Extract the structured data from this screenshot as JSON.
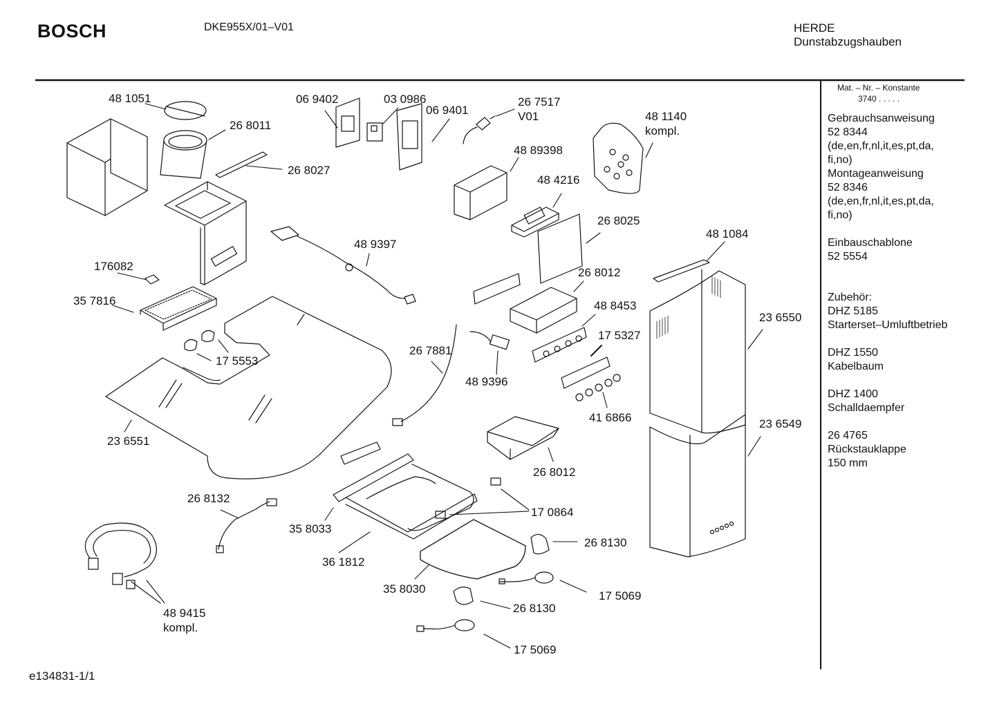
{
  "header": {
    "brand": "BOSCH",
    "model": "DKE955X/01–V01",
    "category_line1": "HERDE",
    "category_line2": "Dunstabzugshauben"
  },
  "footer": {
    "doc_id": "e134831-1/1"
  },
  "sidebar": {
    "mat_header": "Mat. – Nr. – Konstante",
    "mat_value": "3740 . . . . .",
    "lines": [
      "Gebrauchsanweisung",
      "52 8344",
      "(de,en,fr,nl,it,es,pt,da,",
      "fi,no)",
      "Montageanweisung",
      "52 8346",
      "(de,en,fr,nl,it,es,pt,da,",
      "fi,no)",
      "",
      "Einbauschablone",
      "52 5554",
      "",
      "",
      "Zubehör:",
      "DHZ 5185",
      "Starterset–Umluftbetrieb",
      "",
      "DHZ 1550",
      "Kabelbaum",
      "",
      "DHZ 1400",
      "Schalldaempfer",
      "",
      "26 4765",
      "Rückstauklappe",
      "150 mm"
    ]
  },
  "parts": [
    "48 1051",
    "26 8011",
    "26 8027",
    "06 9402",
    "03 0986",
    "06 9401",
    "26 7517",
    "V01",
    "48 1140",
    "kompl.",
    "48 89398",
    "48 4216",
    "26 8025",
    "48 1084",
    "176082",
    "48 9397",
    "35 7816",
    "26 8012",
    "48 8453",
    "17 5327",
    "23 6550",
    "17 5553",
    "26 7881",
    "48 9396",
    "41 6866",
    "23 6549",
    "23 6551",
    "26 8012",
    "17 0864",
    "26 8132",
    "35 8033",
    "26 8130",
    "36 1812",
    "35 8030",
    "17 5069",
    "26 8130",
    "48 9415",
    "kompl.",
    "17 5069"
  ]
}
